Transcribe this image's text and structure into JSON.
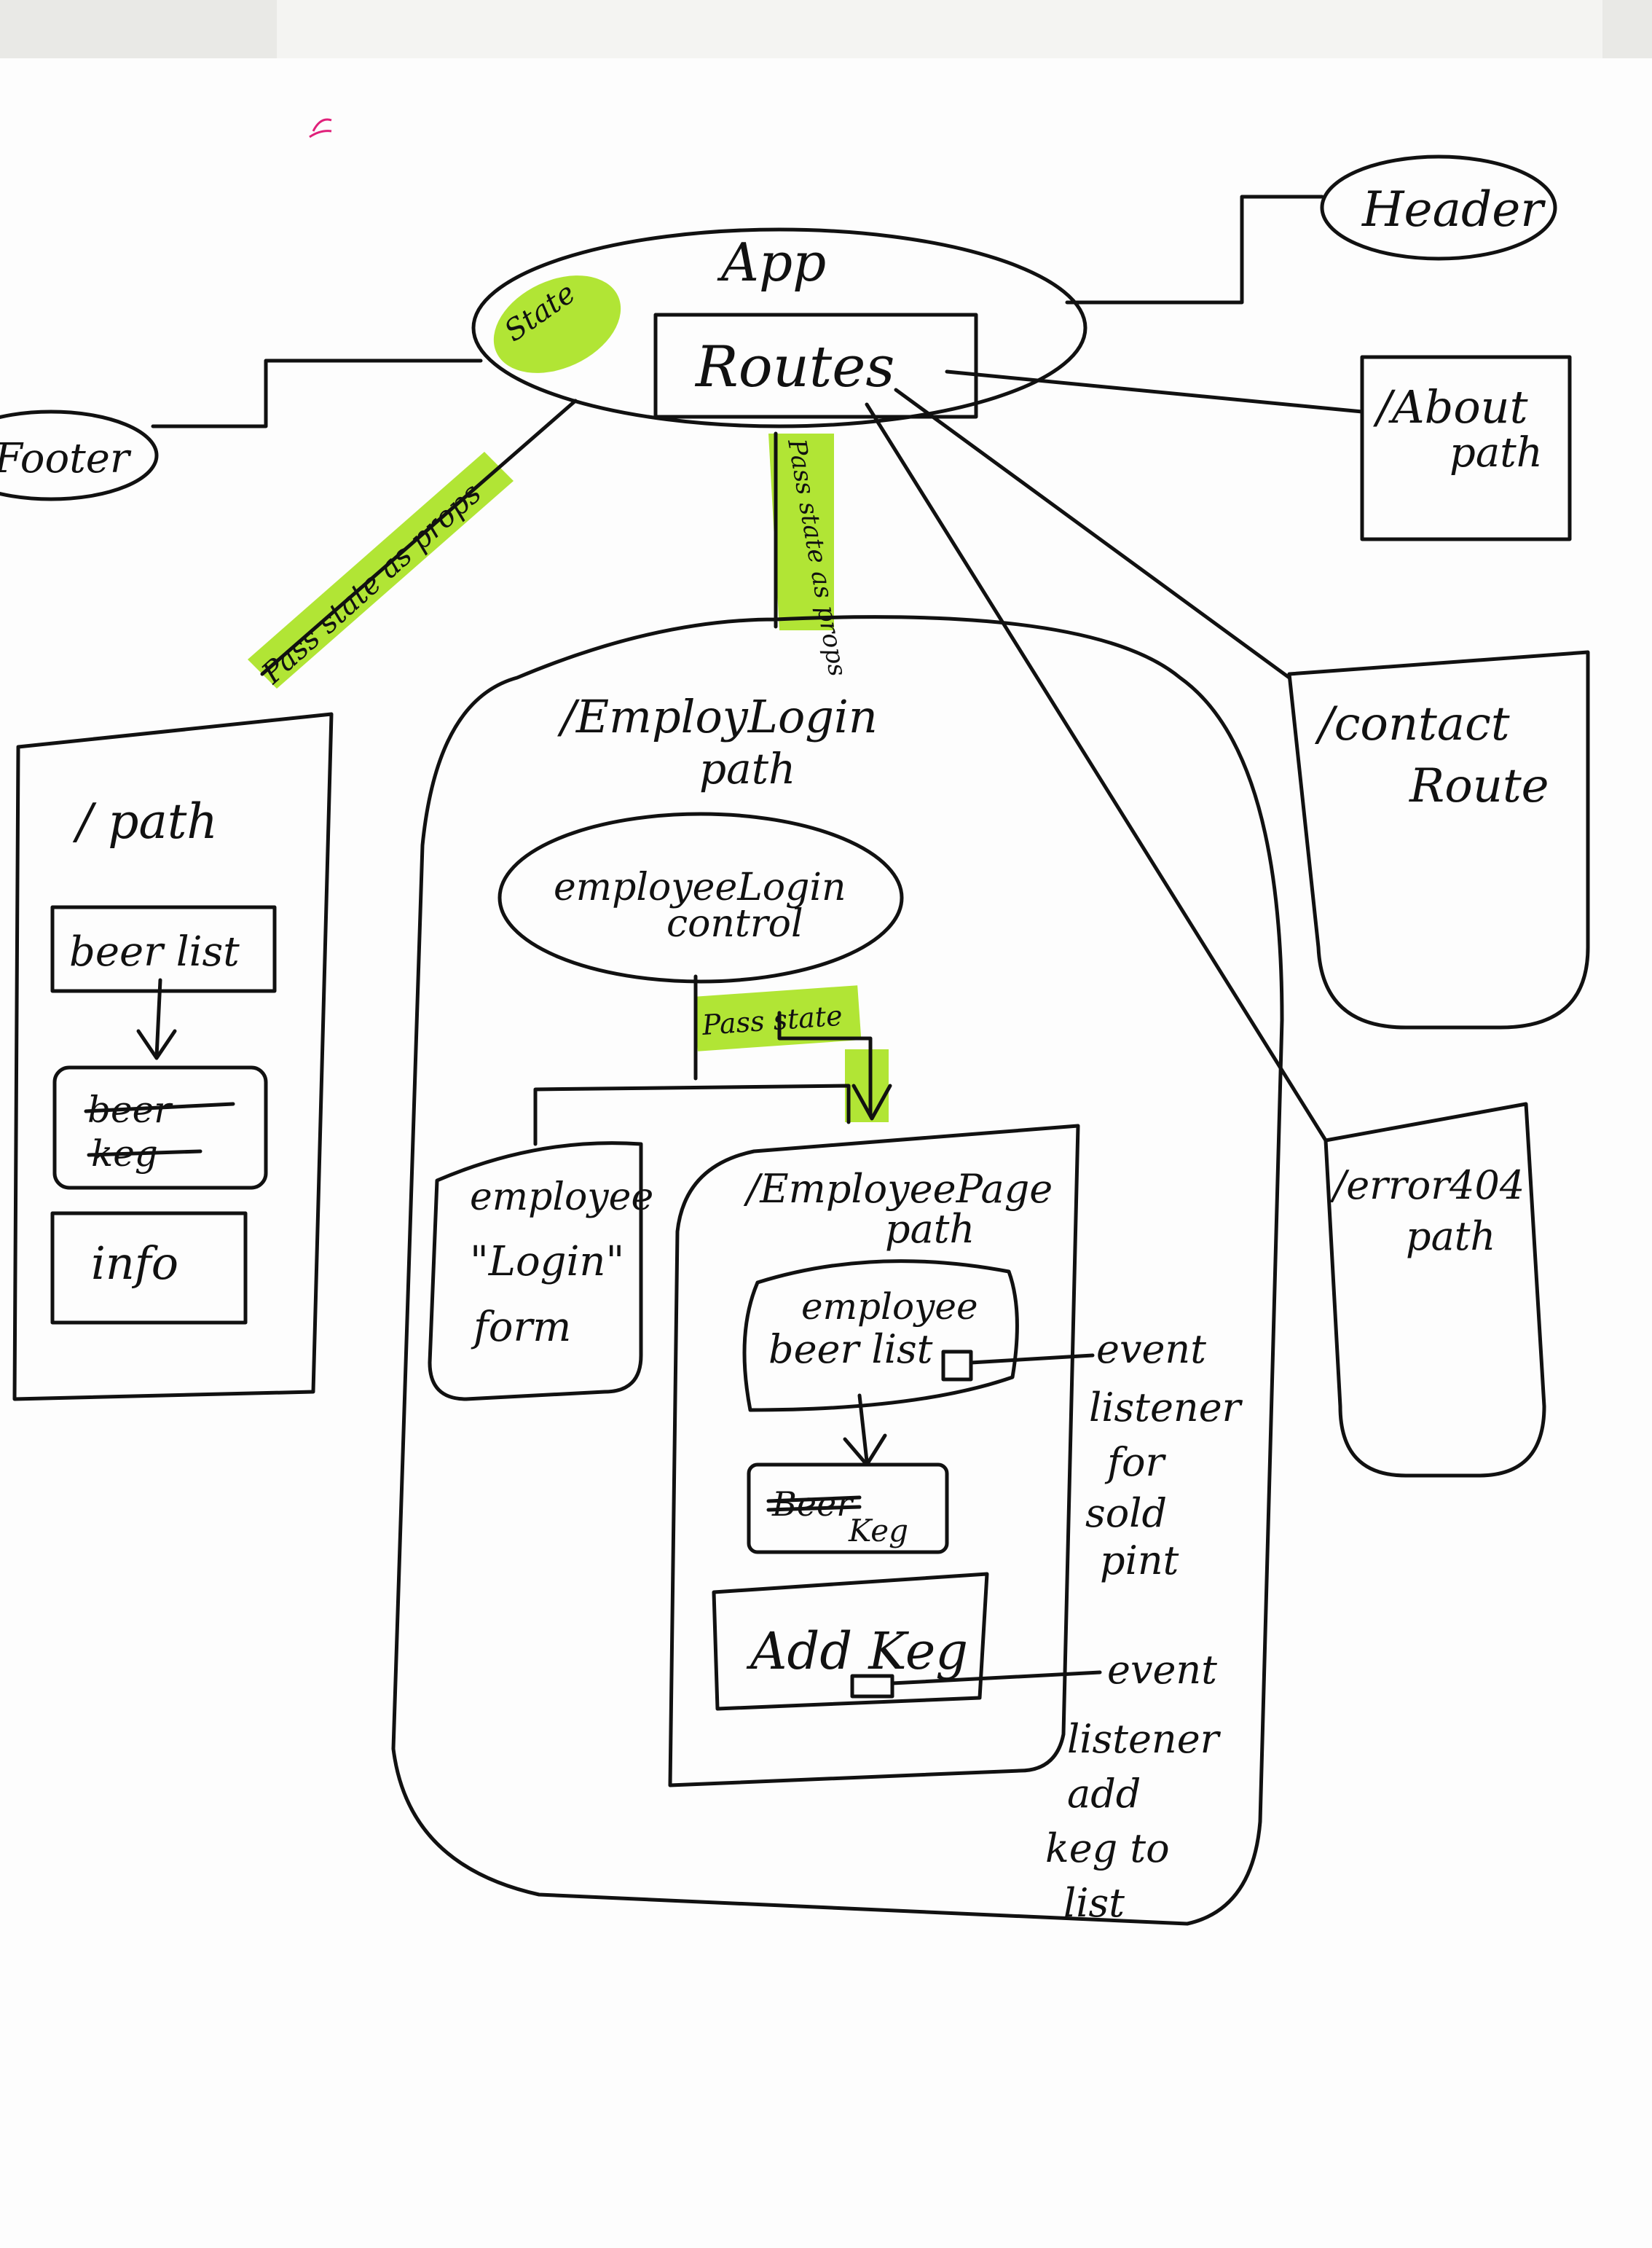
{
  "colors": {
    "ink": "#111111",
    "highlighter": "#a8e21f",
    "paper": "#fdfdfd",
    "background": "#e9e9e6"
  },
  "nodes": {
    "app": "App",
    "routes": "Routes",
    "header": "Header",
    "footer": "Footer",
    "about_line1": "/About",
    "about_line2": "path",
    "contact_line1": "/contact",
    "contact_line2": "Route",
    "error_line1": "/error404",
    "error_line2": "path",
    "root_path": "/ path",
    "beer_list": "beer list",
    "beer_crossed": "beer",
    "keg": "keg",
    "info": "info",
    "employ_login_line1": "/EmployLogin",
    "employ_login_line2": "path",
    "login_control_line1": "employeeLogin",
    "login_control_line2": "control",
    "login_form_line1": "employee",
    "login_form_line2": "\"Login\"",
    "login_form_line3": "form",
    "employee_page_line1": "/EmployeePage",
    "employee_page_line2": "path",
    "emp_beer_list_line1": "employee",
    "emp_beer_list_line2": "beer list",
    "emp_beer_crossed": "Beer",
    "emp_keg": "Keg",
    "add_keg": "Add Keg"
  },
  "labels": {
    "state": "State",
    "pass_state_as_props_left": "Pass state as props",
    "pass_state_as_props_center": "Pass state as props",
    "pass_state": "Pass state"
  },
  "notes": {
    "sold_pint": [
      "event",
      "listener",
      "for",
      "sold",
      "pint"
    ],
    "add_keg": [
      "event",
      "listener",
      "add",
      "keg to",
      "list"
    ]
  }
}
